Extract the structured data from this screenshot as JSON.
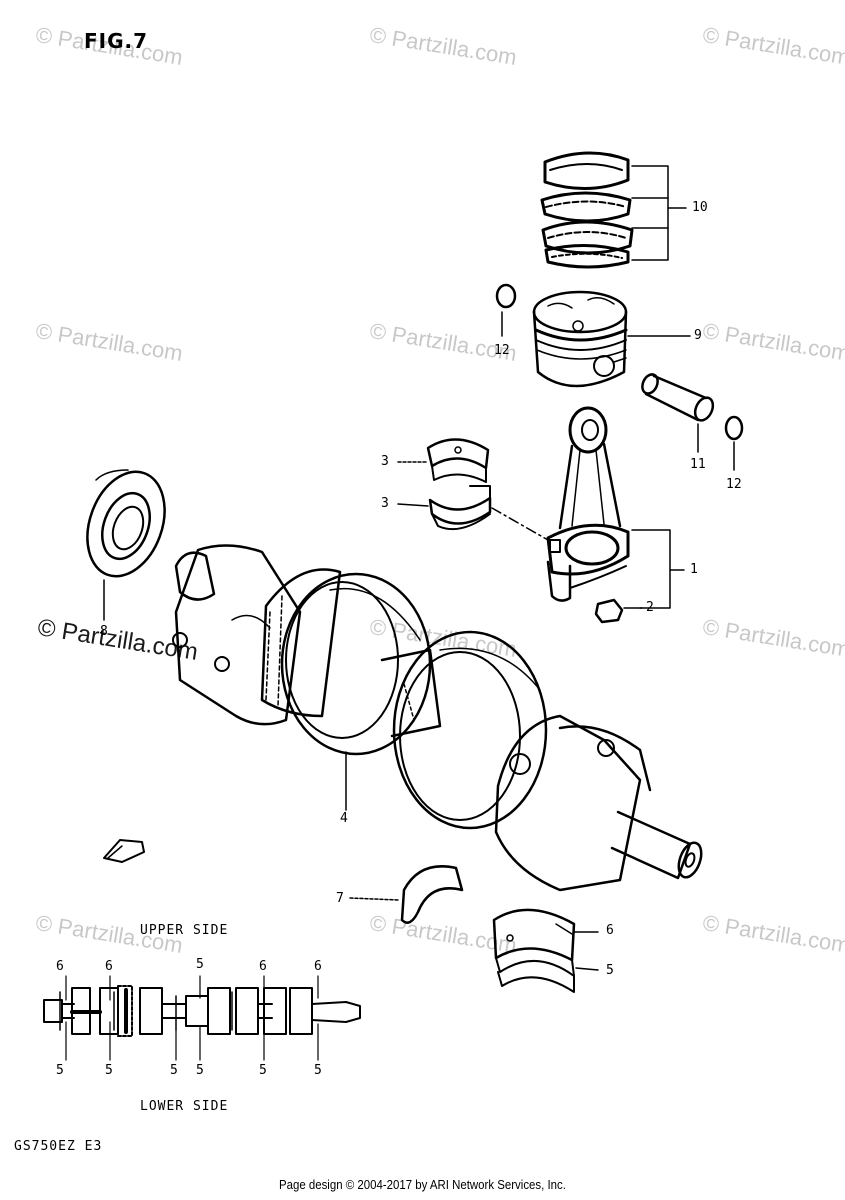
{
  "figure": {
    "title": "FIG.7",
    "model_code": "GS750EZ E3",
    "footer": "Page design © 2004-2017 by ARI Network Services, Inc."
  },
  "watermark": {
    "text": "© Partzilla.com"
  },
  "callouts": {
    "c1": "1",
    "c2": "2",
    "c3a": "3",
    "c3b": "3",
    "c4": "4",
    "c5": "5",
    "c6": "6",
    "c7": "7",
    "c8": "8",
    "c9": "9",
    "c10": "10",
    "c11": "11",
    "c12a": "12",
    "c12b": "12"
  },
  "inset": {
    "upper_label": "UPPER SIDE",
    "lower_label": "LOWER SIDE",
    "top_numbers": [
      "6",
      "6",
      "5",
      "6",
      "6"
    ],
    "bottom_numbers": [
      "5",
      "5",
      "5",
      "5",
      "5",
      "5"
    ]
  },
  "colors": {
    "ink": "#000000",
    "watermark": "#c8c8c8",
    "background": "#ffffff"
  }
}
